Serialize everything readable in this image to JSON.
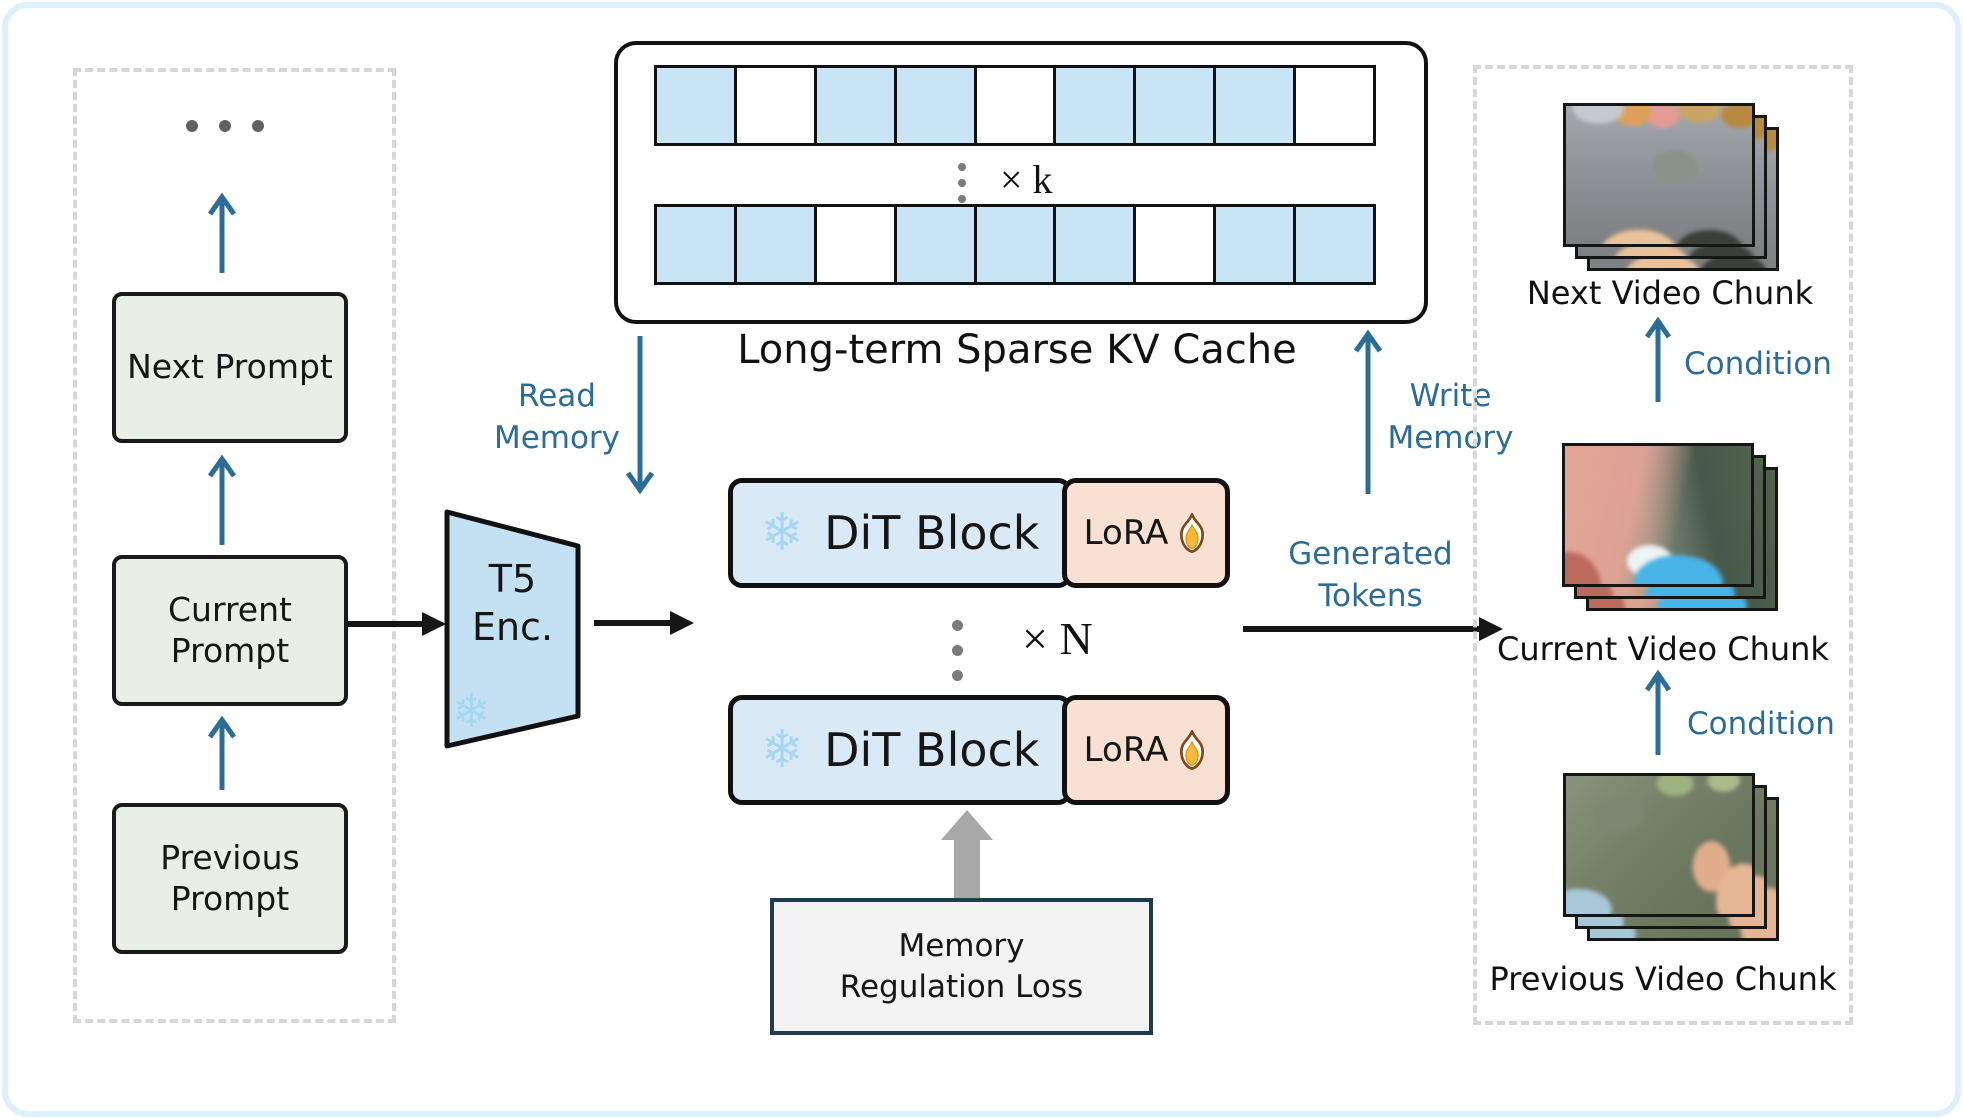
{
  "colors": {
    "accent-blue": "#2d6c96",
    "cell-blue": "#c9e4f4",
    "dit-blue": "#d9eaf6",
    "t5-blue": "#c4e1f3",
    "lora-peach": "#f8e0d2",
    "prompt-green": "#e9efe6",
    "loss-gray": "#f3f3f3",
    "loss-border": "#203b4d",
    "frame-blue": "#def0fa"
  },
  "icons": {
    "snowflake": "❄"
  },
  "prompt_panel": {
    "boxes": [
      {
        "label": "Next Prompt"
      },
      {
        "label": "Current Prompt"
      },
      {
        "label": "Previous Prompt"
      }
    ]
  },
  "t5_encoder": {
    "line1": "T5",
    "line2": "Enc."
  },
  "kv_cache": {
    "title": "Long-term Sparse KV Cache",
    "repeat_label": "× k",
    "row1": [
      1,
      0,
      1,
      1,
      0,
      1,
      1,
      1,
      0
    ],
    "row2": [
      1,
      1,
      0,
      1,
      1,
      1,
      0,
      1,
      1
    ]
  },
  "dit": {
    "block_label": "DiT Block",
    "lora_label": "LoRA",
    "repeat_label": "× N"
  },
  "loss_box": {
    "line1": "Memory",
    "line2": "Regulation Loss"
  },
  "flow_labels": {
    "read_memory": [
      "Read",
      "Memory"
    ],
    "write_memory": [
      "Write",
      "Memory"
    ],
    "generated_tokens": [
      "Generated",
      "Tokens"
    ],
    "condition": "Condition"
  },
  "video_panel": {
    "chunks": [
      {
        "label": "Next Video Chunk"
      },
      {
        "label": "Current Video Chunk"
      },
      {
        "label": "Previous Video Chunk"
      }
    ]
  }
}
